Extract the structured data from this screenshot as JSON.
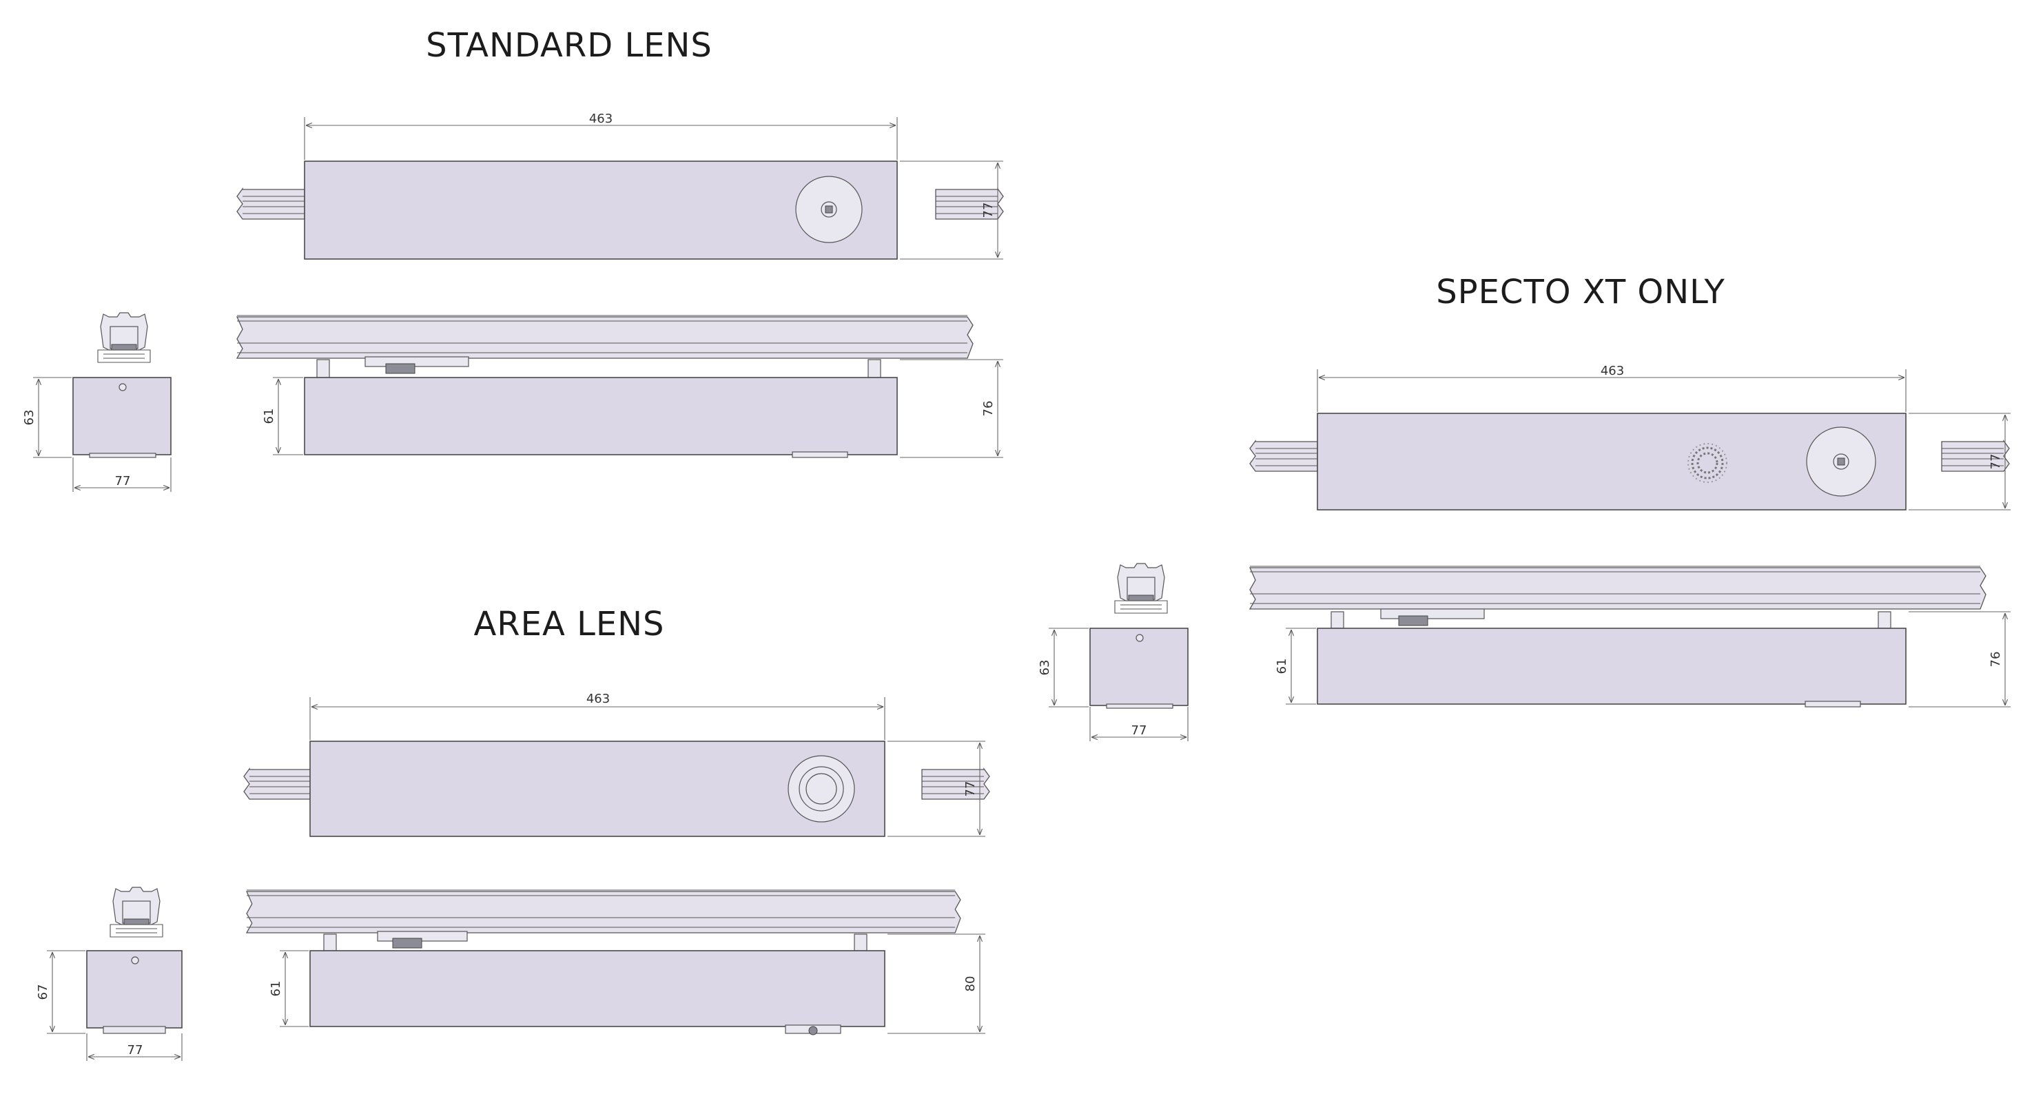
{
  "titles": {
    "standard": "STANDARD LENS",
    "area": "AREA LENS",
    "specto": "SPECTO XT ONLY"
  },
  "dimensions": {
    "standard": {
      "top_length": "463",
      "top_height": "77",
      "side_body": "61",
      "side_total": "76",
      "end_height": "63",
      "end_width": "77"
    },
    "area": {
      "top_length": "463",
      "top_height": "77",
      "side_body": "61",
      "side_total": "80",
      "end_height": "67",
      "end_width": "77"
    },
    "specto": {
      "top_length": "463",
      "top_height": "77",
      "side_body": "61",
      "side_total": "76",
      "end_height": "63",
      "end_width": "77"
    }
  },
  "colors": {
    "body_fill": "#dcd7e6",
    "outline": "#4a4a4a"
  }
}
